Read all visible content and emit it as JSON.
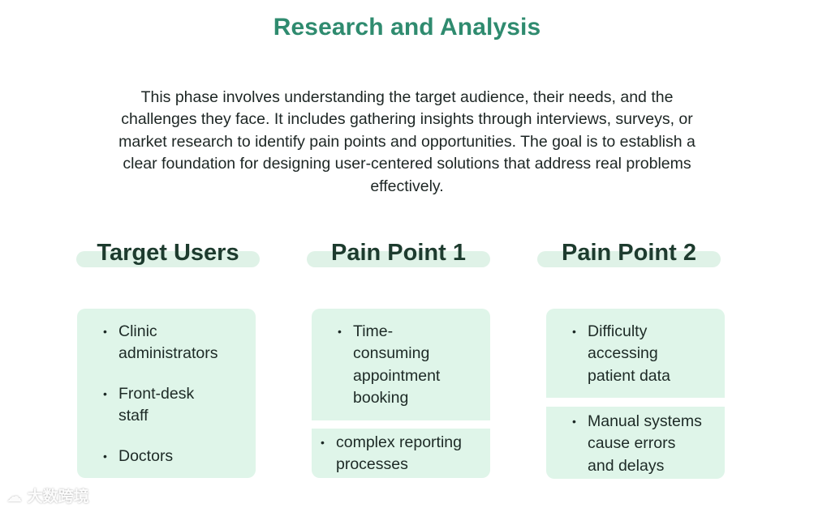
{
  "title": "Research and Analysis",
  "intro_lines": [
    "This phase involves understanding the target audience, their needs, and the",
    "challenges they face. It includes gathering insights through interviews, surveys, or",
    "market research to identify pain points and opportunities. The goal is to establish a",
    "clear foundation for designing user-centered solutions that address real problems",
    "effectively."
  ],
  "columns": [
    {
      "heading": "Target Users",
      "items": [
        {
          "lines": [
            "Clinic",
            "administrators"
          ]
        },
        {
          "lines": [
            "Front-desk",
            "staff"
          ]
        },
        {
          "lines": [
            "Doctors"
          ]
        }
      ]
    },
    {
      "heading": "Pain Point 1",
      "items": [
        {
          "lines": [
            "Time-",
            "consuming",
            "appointment",
            "booking"
          ]
        },
        {
          "lines": [
            "complex reporting",
            "processes"
          ]
        }
      ]
    },
    {
      "heading": "Pain Point 2",
      "items": [
        {
          "lines": [
            "Difficulty",
            "accessing",
            "patient data"
          ]
        },
        {
          "lines": [
            "Manual systems",
            "cause errors",
            "and delays"
          ]
        }
      ]
    }
  ],
  "watermark": "大数跨境",
  "colors": {
    "title": "#2f8b6f",
    "heading": "#1d3b2e",
    "card_bg": "#dff5e9",
    "pill_bg": "#dff2e7"
  }
}
